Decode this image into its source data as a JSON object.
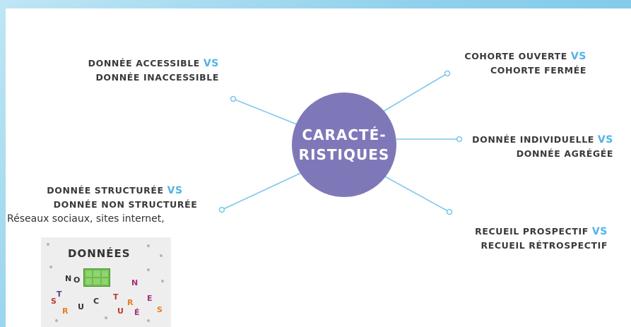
{
  "center": {
    "line1": "CARACTÉ-",
    "line2": "RISTIQUES"
  },
  "items": {
    "accessible": {
      "a": "DONNÉE ACCESSIBLE",
      "vs": "VS",
      "b": "DONNÉE INACCESSIBLE"
    },
    "cohorte": {
      "a": "COHORTE OUVERTE",
      "vs": "VS",
      "b": "COHORTE FERMÉE"
    },
    "individuelle": {
      "a": "DONNÉE INDIVIDUELLE",
      "vs": "VS",
      "b": "DONNÉE AGRÉGÉE"
    },
    "structuree": {
      "a": "DONNÉE STRUCTURÉE",
      "vs": "VS",
      "b": "DONNÉE NON STRUCTURÉE",
      "note": "Réseaux sociaux, sites internet,"
    },
    "recueil": {
      "a": "RECUEIL PROSPECTIF",
      "vs": "VS",
      "b": "RECUEIL RÉTROSPECTIF"
    }
  },
  "thumbnail": {
    "title": "DONNÉES",
    "letters": [
      "N",
      "O",
      "N",
      "S",
      "T",
      "R",
      "U",
      "C",
      "T",
      "U",
      "R",
      "É",
      "E",
      "S"
    ]
  },
  "colors": {
    "hub": "#7f78b8",
    "vs": "#4fb3e6",
    "connector": "#7ec8ec",
    "background": "#8fd0ec"
  }
}
